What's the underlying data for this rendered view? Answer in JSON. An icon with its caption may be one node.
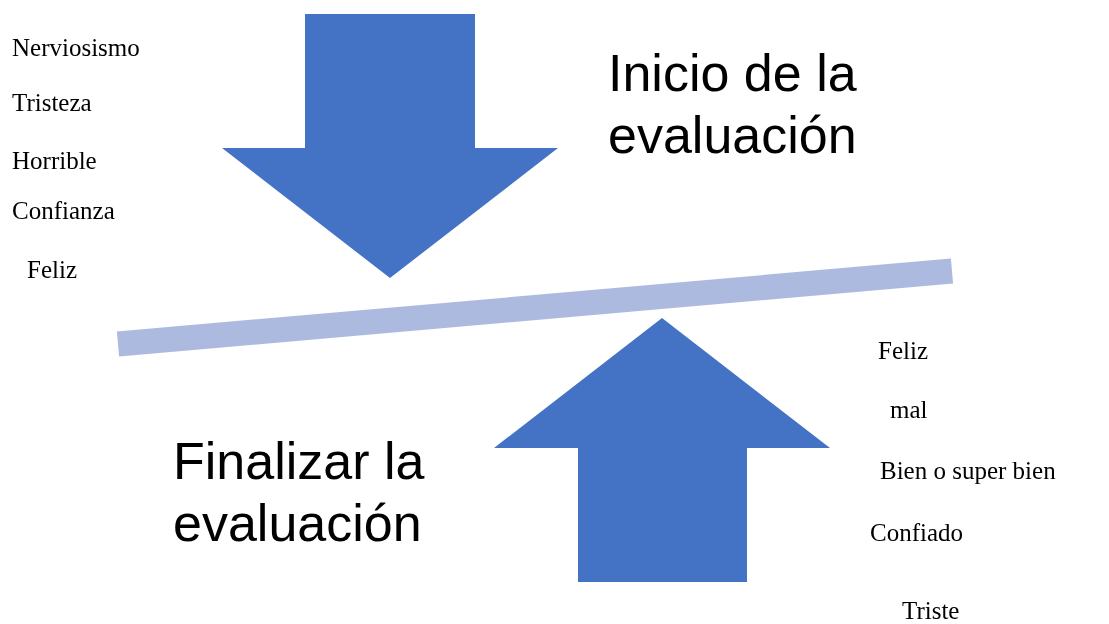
{
  "diagram": {
    "labels": [
      "Nerviosismo",
      "Tristeza",
      "Horrible",
      "Confianza",
      "Feliz",
      "Inicio de la evaluación",
      "Feliz",
      "mal",
      "Bien o super bien",
      "Confiado",
      "Finalizar la evaluación",
      "Triste"
    ]
  }
}
